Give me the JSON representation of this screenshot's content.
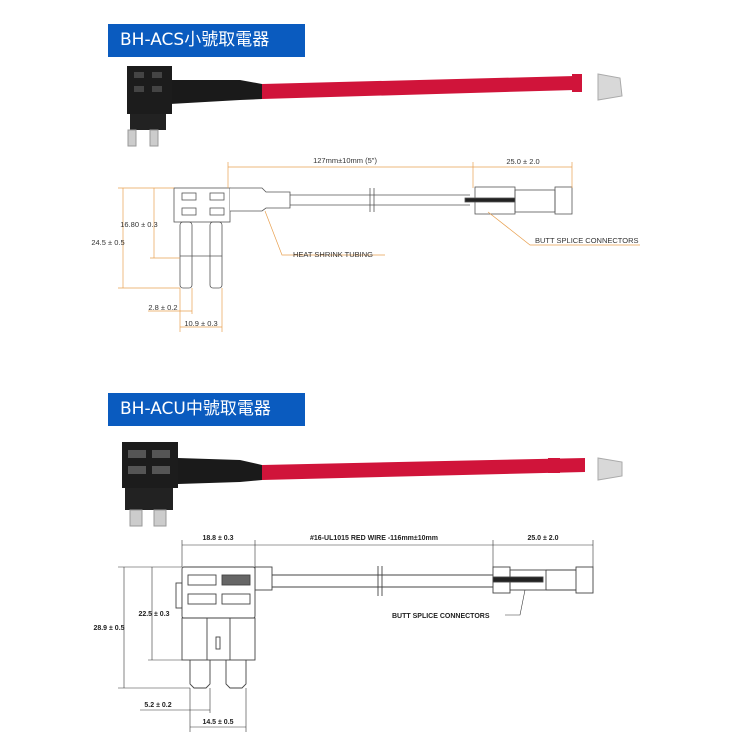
{
  "section1": {
    "title": "BH-ACS小號取電器",
    "dims": {
      "wire_length": "127mm±10mm (5\")",
      "connector_length": "25.0 ± 2.0",
      "total_height": "24.5 ± 0.5",
      "body_height": "16.80 ± 0.3",
      "blade_width": "2.8 ± 0.2",
      "blade_span": "10.9 ± 0.3"
    },
    "labels": {
      "heat_shrink": "HEAT SHRINK TUBING",
      "butt_splice": "BUTT SPLICE CONNECTORS"
    }
  },
  "section2": {
    "title": "BH-ACU中號取電器",
    "dims": {
      "body_width": "18.8 ± 0.3",
      "wire_spec": "#16-UL1015 RED WIRE -116mm±10mm",
      "connector_length": "25.0 ± 2.0",
      "total_height": "28.9 ± 0.5",
      "body_height": "22.5 ± 0.3",
      "blade_width": "5.2 ± 0.2",
      "blade_span": "14.5 ± 0.5"
    },
    "labels": {
      "butt_splice": "BUTT SPLICE CONNECTORS"
    }
  },
  "colors": {
    "banner": "#0a5bbf",
    "wire": "#d0143a",
    "dimension": "#e8a050"
  }
}
